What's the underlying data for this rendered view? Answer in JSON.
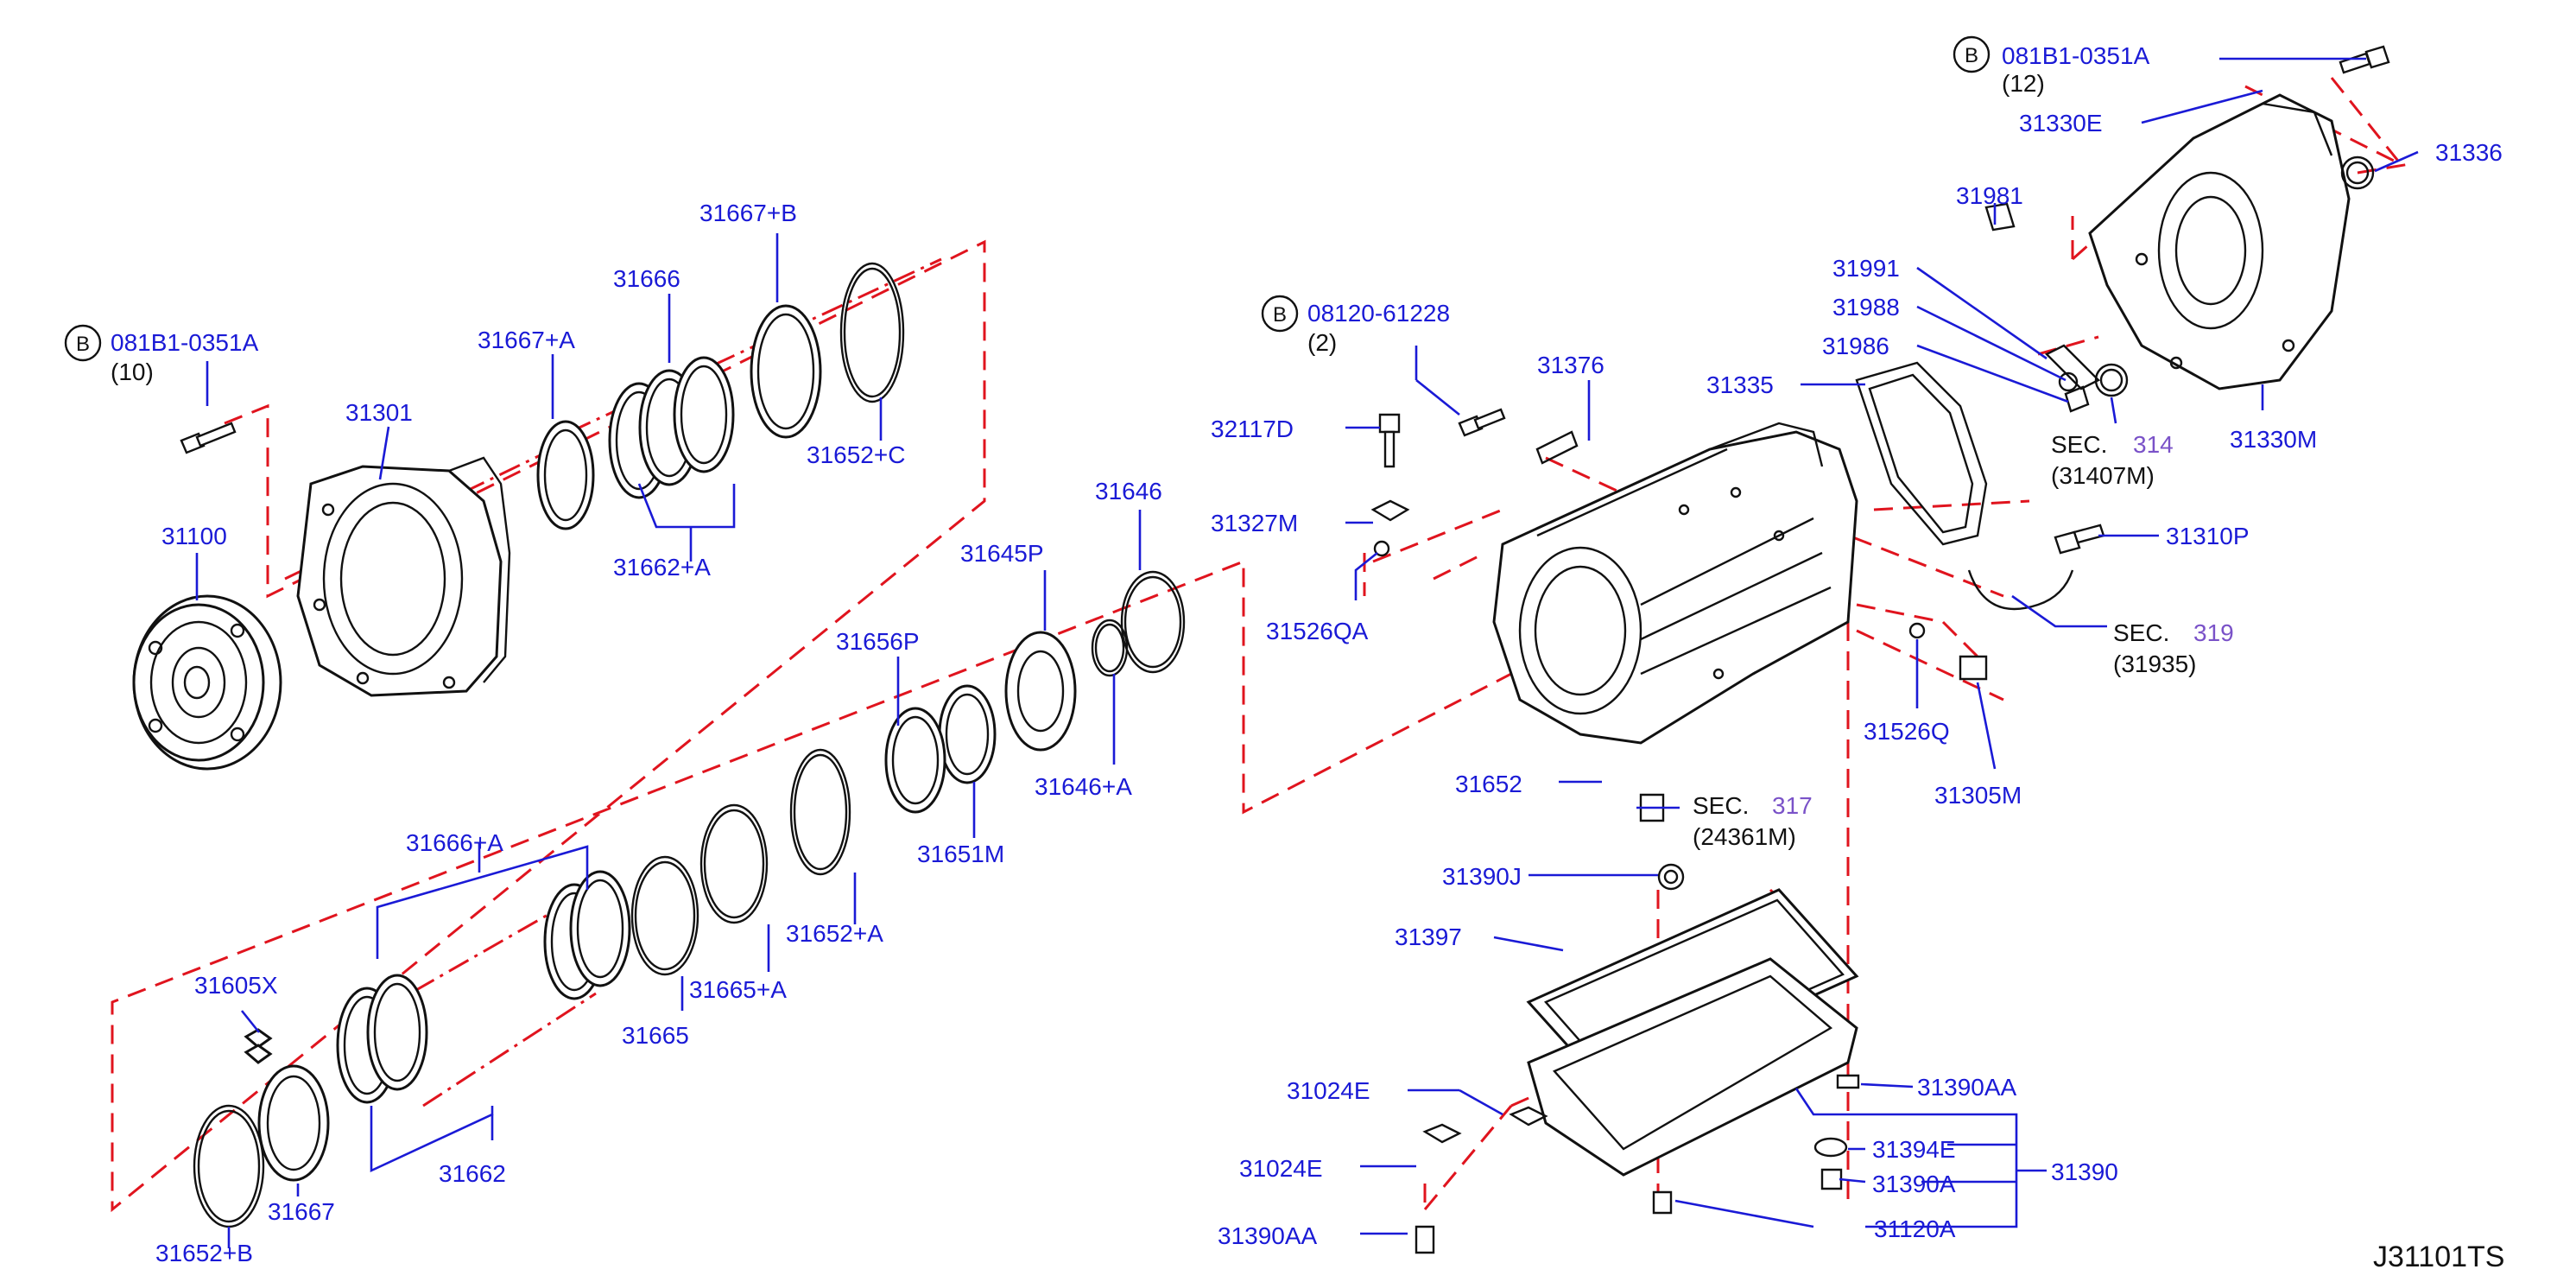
{
  "labels": {
    "b_081b1_left": "081B1-0351A",
    "b_081b1_left_qty": "(10)",
    "l_31301": "31301",
    "l_31100": "31100",
    "l_31667_a": "31667+A",
    "l_31666": "31666",
    "l_31667_b": "31667+B",
    "l_31652_c": "31652+C",
    "l_31662_a": "31662+A",
    "l_31646": "31646",
    "l_31645p": "31645P",
    "l_31656p": "31656P",
    "l_31646_a": "31646+A",
    "l_31651m": "31651M",
    "l_31652_a": "31652+A",
    "l_31665_a": "31665+A",
    "l_31665": "31665",
    "l_31666_a": "31666+A",
    "l_31662": "31662",
    "l_31605x": "31605X",
    "l_31667": "31667",
    "l_31652_b": "31652+B",
    "b_08120": "08120-61228",
    "b_08120_qty": "(2)",
    "l_32117d": "32117D",
    "l_31327m": "31327M",
    "l_31526qa": "31526QA",
    "l_31376": "31376",
    "l_31335": "31335",
    "l_31991": "31991",
    "l_31988": "31988",
    "l_31986": "31986",
    "l_31981": "31981",
    "b_081b1_right": "081B1-0351A",
    "b_081b1_right_qty": "(12)",
    "l_31330e": "31330E",
    "l_31336": "31336",
    "l_31330m": "31330M",
    "sec314_prefix": "SEC.",
    "sec314_num": "314",
    "sec314_sub": "(31407M)",
    "l_31310p": "31310P",
    "sec319_prefix": "SEC.",
    "sec319_num": "319",
    "sec319_sub": "(31935)",
    "l_31526q": "31526Q",
    "l_31305m": "31305M",
    "l_31652": "31652",
    "sec317_prefix": "SEC.",
    "sec317_num": "317",
    "sec317_sub": "(24361M)",
    "l_31390j": "31390J",
    "l_31397": "31397",
    "l_31024e_1": "31024E",
    "l_31024e_2": "31024E",
    "l_31390aa_left": "31390AA",
    "l_31390aa_right": "31390AA",
    "l_31394e": "31394E",
    "l_31390a": "31390A",
    "l_31390": "31390",
    "l_31120a": "31120A",
    "b_symbol": "B",
    "diagram_code": "J31101TS"
  },
  "colors": {
    "label_blue": "#1a1ad6",
    "dash_red": "#e0141e",
    "section_purple": "#7a52c8",
    "line_black": "#111111"
  }
}
